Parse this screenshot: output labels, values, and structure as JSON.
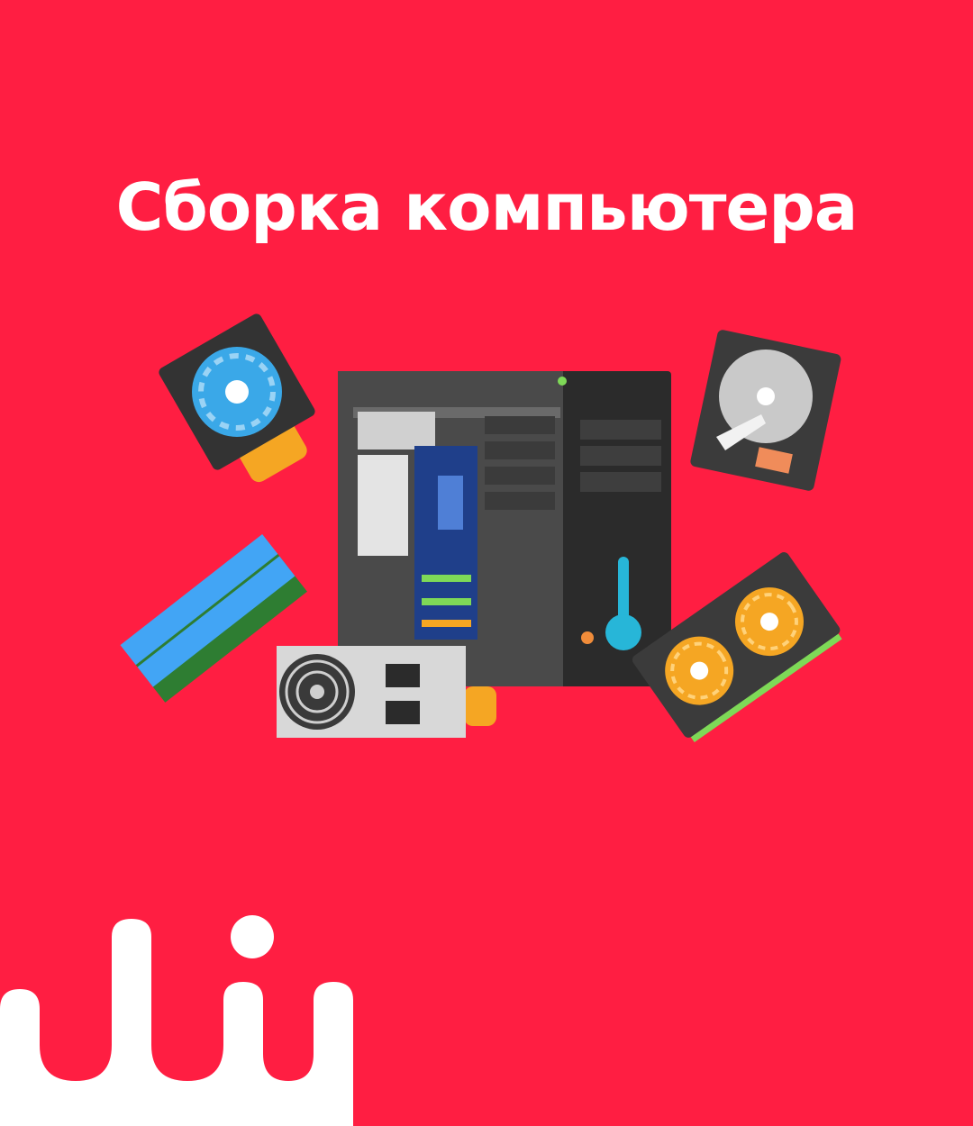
{
  "title": "Сборка компьютера",
  "colors": {
    "background": "#ff1e42",
    "title_text": "#ffffff",
    "case_dark": "#2b2b2b",
    "case_gray": "#4a4a4a",
    "motherboard": "#1f3f8a",
    "fan_blue": "#3aa8e8",
    "fan_orange": "#f5a623",
    "ram_blue": "#42a5f5",
    "psu_gray": "#d8d8d8",
    "accent_cyan": "#27b6d8",
    "logo": "#ffffff"
  },
  "illustration": {
    "components": [
      "cpu-cooler",
      "hard-drive",
      "computer-case",
      "ram-modules",
      "power-supply",
      "graphics-card"
    ]
  },
  "logo": {
    "name": "brand-wave-logo"
  }
}
